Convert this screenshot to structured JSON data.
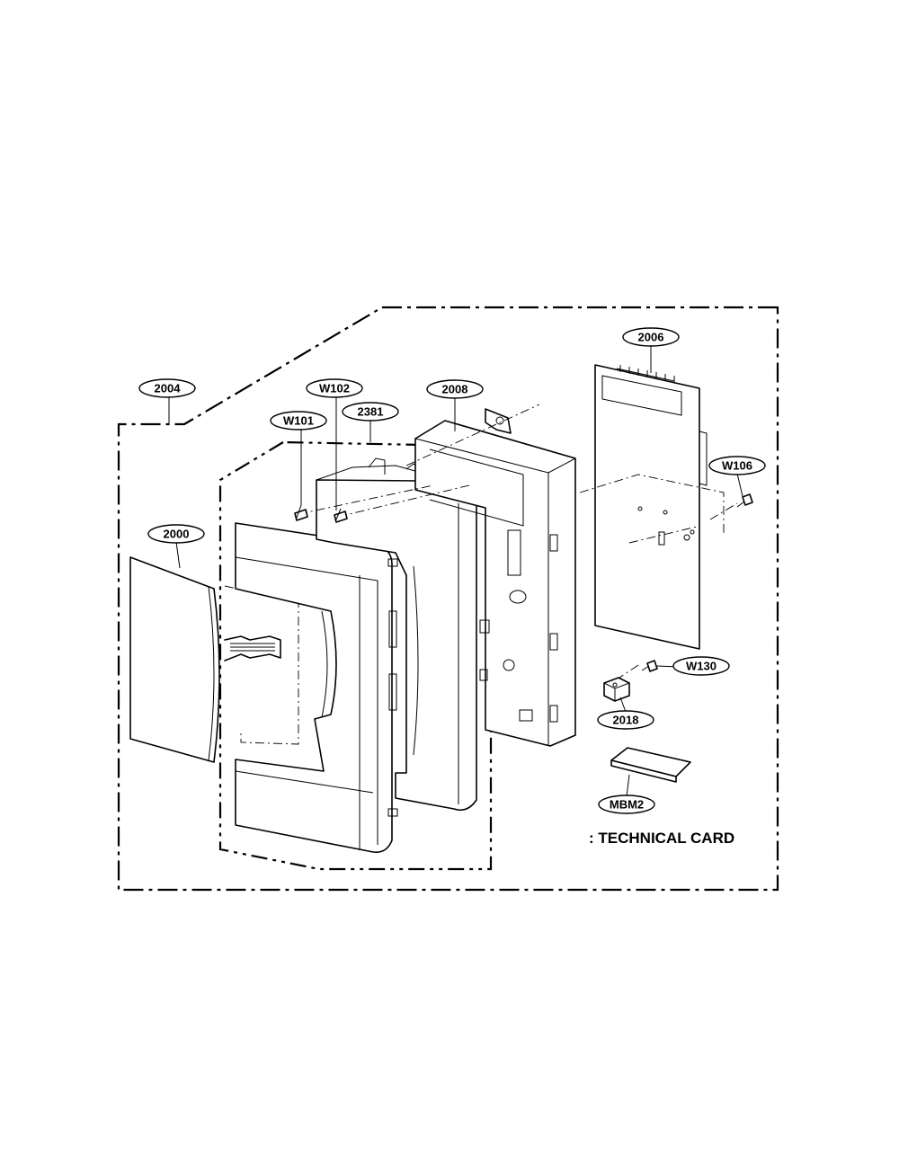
{
  "part_labels": {
    "p2004": "2004",
    "p2000": "2000",
    "w101": "W101",
    "w102": "W102",
    "p2381": "2381",
    "p2008": "2008",
    "p2006": "2006",
    "w106": "W106",
    "w130": "W130",
    "p2018": "2018",
    "mbm2": "MBM2"
  },
  "legend": {
    "text": ": TECHNICAL CARD"
  }
}
